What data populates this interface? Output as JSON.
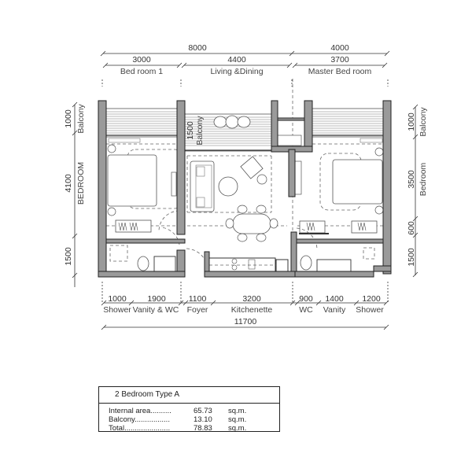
{
  "plan": {
    "top_dimensions": {
      "overall": [
        {
          "label": "8000"
        },
        {
          "label": "4000"
        }
      ],
      "rooms": [
        {
          "value": "3000",
          "name": "Bed room 1"
        },
        {
          "value": "4400",
          "name": "Living &Dining"
        },
        {
          "value": "3700",
          "name": "Master Bed room"
        }
      ]
    },
    "bottom_dimensions": {
      "segments": [
        {
          "value": "1000",
          "name": "Shower"
        },
        {
          "value": "1900",
          "name": "Vanity & WC"
        },
        {
          "value": "1100",
          "name": "Foyer"
        },
        {
          "value": "3200",
          "name": "Kitchenette"
        },
        {
          "value": "900",
          "name": "WC"
        },
        {
          "value": "1400",
          "name": "Vanity"
        },
        {
          "value": "1200",
          "name": "Shower"
        }
      ],
      "overall": "11700"
    },
    "left_dimensions": [
      {
        "value": "1000",
        "name": "Balcony"
      },
      {
        "value": "4100",
        "name": "BEDROOM"
      },
      {
        "value": "1500",
        "name": ""
      }
    ],
    "right_dimensions": [
      {
        "value": "1000",
        "name": "Balcony"
      },
      {
        "value": "3500",
        "name": "Bedroom"
      },
      {
        "value": "600",
        "name": ""
      },
      {
        "value": "1500",
        "name": ""
      }
    ],
    "living_balcony": {
      "value": "1500",
      "name": "Balcony"
    }
  },
  "area_table": {
    "title": "2 Bedroom Type A",
    "rows": [
      {
        "label": "Internal area..........",
        "value": "65.73",
        "unit": "sq.m."
      },
      {
        "label": "Balcony.................",
        "value": "13.10",
        "unit": "sq.m."
      },
      {
        "label": "Total......................",
        "value": "78.83",
        "unit": "sq.m."
      }
    ]
  }
}
